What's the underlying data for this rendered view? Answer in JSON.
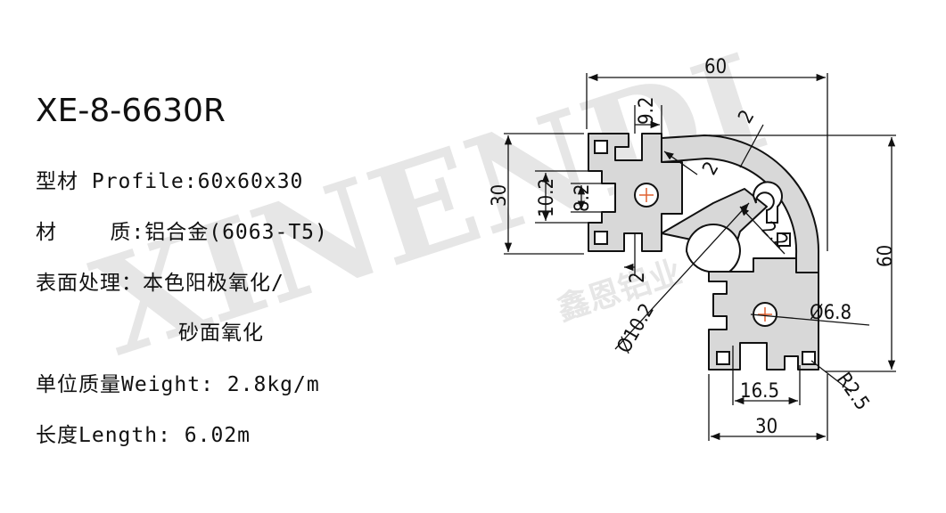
{
  "watermark": {
    "brand_text": "XINENDI",
    "brand_cn": "鑫恩铝业",
    "color": "#e3e3e3"
  },
  "specs": {
    "model": "XE-8-6630R",
    "profile": "型材 Profile:60x60x30",
    "material": "材    质:铝合金(6063-T5)",
    "surface_line1": "表面处理：本色阳极氧化/",
    "surface_line2": "砂面氧化",
    "weight": "单位质量Weight: 2.8kg/m",
    "length": "长度Length: 6.02m"
  },
  "dimensions": {
    "width_top": "60",
    "slot_top": "9.2",
    "wall_top": "2",
    "wall_mid": "2",
    "height_left": "30",
    "slot_left_a": "10.2",
    "slot_left_b": "8.2",
    "inner_wall": "2.2",
    "wall_lower": "2",
    "hole_large": "Ø10.2",
    "hole_small": "Ø6.8",
    "height_right": "60",
    "slot_bottom": "16.5",
    "radius": "R2.5",
    "width_bottom": "30"
  },
  "colors": {
    "profile_fill": "#d8d8d8",
    "line": "#111111",
    "center_mark": "#e06030"
  }
}
